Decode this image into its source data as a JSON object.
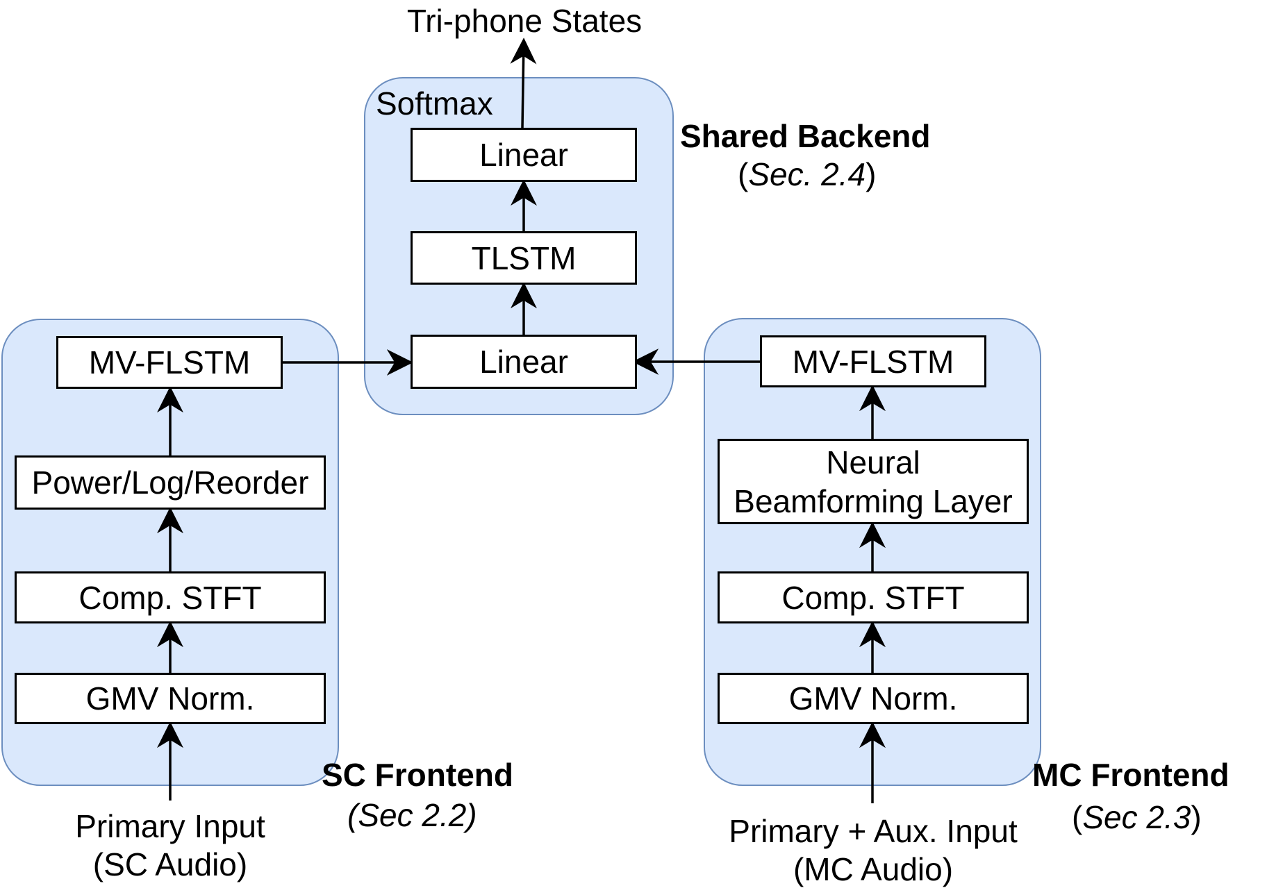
{
  "output_label": "Tri-phone States",
  "backend": {
    "group_label": "Softmax",
    "blocks": [
      "Linear",
      "TLSTM",
      "Linear"
    ],
    "title": "Shared Backend",
    "sec_open": "(",
    "sec_ref": "Sec. 2.4",
    "sec_close": ")"
  },
  "sc_frontend": {
    "blocks": [
      "MV-FLSTM",
      "Power/Log/Reorder",
      "Comp. STFT",
      "GMV Norm."
    ],
    "title": "SC Frontend",
    "sec_ref": "(Sec 2.2)",
    "input_line1": "Primary Input",
    "input_line2": "(SC Audio)"
  },
  "mc_frontend": {
    "blocks": [
      "MV-FLSTM",
      "Neural\nBeamforming Layer",
      "Comp. STFT",
      "GMV Norm."
    ],
    "title": "MC Frontend",
    "sec_open": "(",
    "sec_ref": "Sec 2.3",
    "sec_close": ")",
    "input_line1": "Primary + Aux. Input",
    "input_line2": "(MC Audio)"
  },
  "colors": {
    "group_fill": "#dae8fc",
    "group_border": "#6c8ebf",
    "box_border": "#000000"
  }
}
